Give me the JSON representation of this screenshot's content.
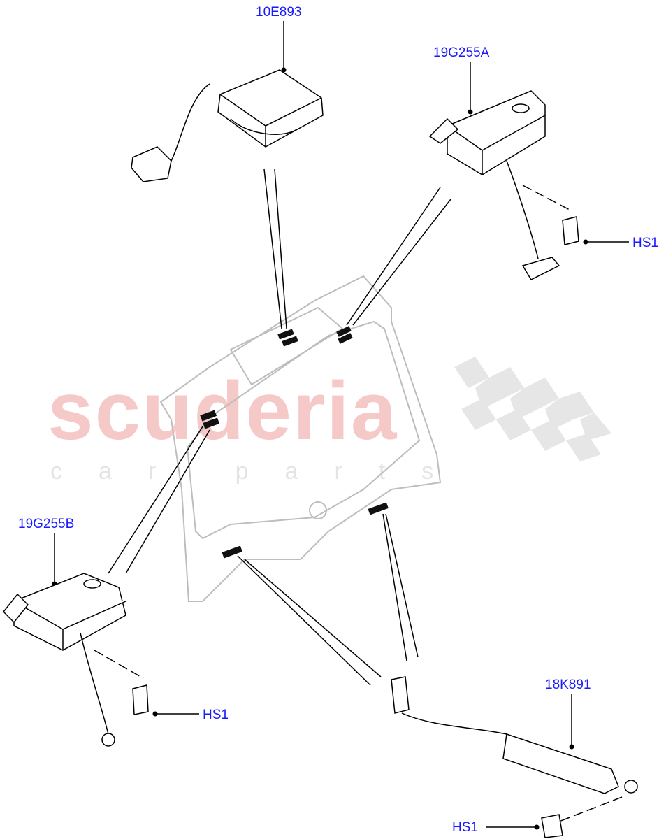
{
  "watermark": {
    "brand": "scuderia",
    "sub": "car parts"
  },
  "callouts": {
    "p10E893": "10E893",
    "p19G255A": "19G255A",
    "p19G255B": "19G255B",
    "p18K891": "18K891",
    "hs1_a": "HS1",
    "hs1_b": "HS1",
    "hs1_c": "HS1"
  },
  "colors": {
    "callout": "#1a1aff",
    "line": "#000000",
    "watermark_red": "#f6c9c9",
    "watermark_grey": "#e4e4e4"
  }
}
